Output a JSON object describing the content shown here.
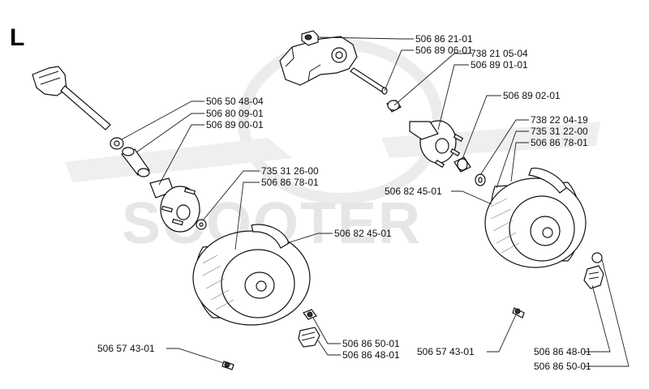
{
  "section_letter": "L",
  "watermark": "SCOOTER",
  "callouts": [
    {
      "id": "c1",
      "part_number": "506 86 21-01"
    },
    {
      "id": "c2",
      "part_number": "506 89 06-01"
    },
    {
      "id": "c3",
      "part_number": "738 21 05-04"
    },
    {
      "id": "c4",
      "part_number": "506 89 01-01"
    },
    {
      "id": "c5",
      "part_number": "506 89 02-01"
    },
    {
      "id": "c6",
      "part_number": "738 22 04-19"
    },
    {
      "id": "c7",
      "part_number": "735 31 22-00"
    },
    {
      "id": "c8",
      "part_number": "506 86 78-01"
    },
    {
      "id": "c9",
      "part_number": "506 82 45-01"
    },
    {
      "id": "c10",
      "part_number": "506 50 48-04"
    },
    {
      "id": "c11",
      "part_number": "506 80 09-01"
    },
    {
      "id": "c12",
      "part_number": "506 89 00-01"
    },
    {
      "id": "c13",
      "part_number": "735 31 26-00"
    },
    {
      "id": "c14",
      "part_number": "506 86 78-01"
    },
    {
      "id": "c15",
      "part_number": "506 82 45-01"
    },
    {
      "id": "c16",
      "part_number": "506 86 50-01"
    },
    {
      "id": "c17",
      "part_number": "506 86 48-01"
    },
    {
      "id": "c18",
      "part_number": "506 57 43-01"
    },
    {
      "id": "c19",
      "part_number": "506 57 43-01"
    },
    {
      "id": "c20",
      "part_number": "506 86 48-01"
    },
    {
      "id": "c21",
      "part_number": "506 86 50-01"
    }
  ]
}
